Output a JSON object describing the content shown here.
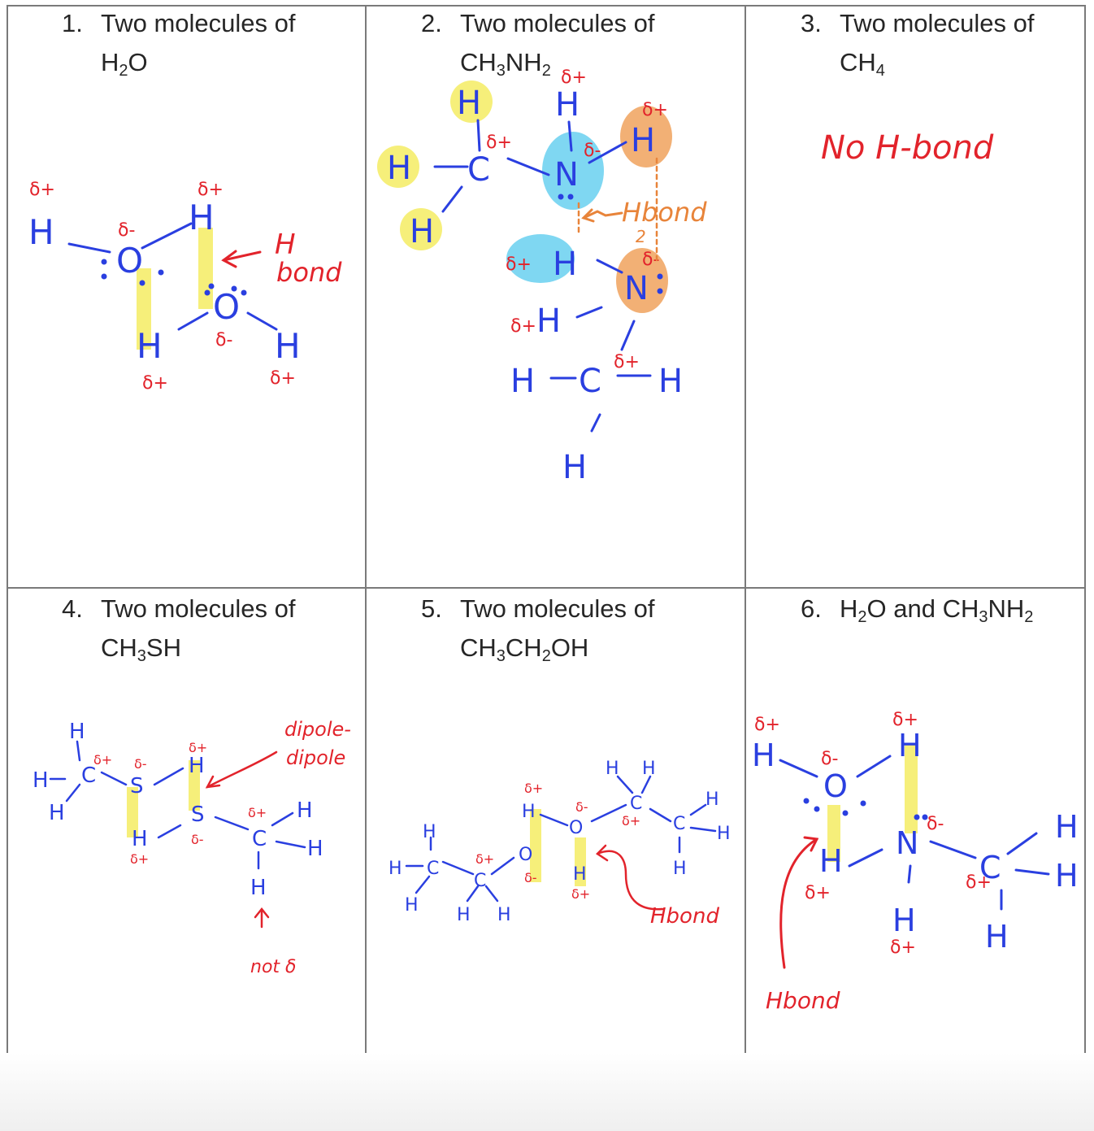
{
  "cells": [
    {
      "num": "1.",
      "line1": "Two molecules of",
      "line2_parts": [
        "H",
        "2",
        "O",
        "",
        ""
      ]
    },
    {
      "num": "2.",
      "line1": "Two molecules of",
      "line2_parts": [
        "CH",
        "3",
        "NH",
        "2",
        ""
      ]
    },
    {
      "num": "3.",
      "line1": "Two molecules of",
      "line2_parts": [
        "CH",
        "4",
        "",
        "",
        ""
      ]
    },
    {
      "num": "4.",
      "line1": "Two molecules of",
      "line2_parts": [
        "CH",
        "3",
        "SH",
        "",
        ""
      ]
    },
    {
      "num": "5.",
      "line1": "Two molecules of",
      "line2_parts": [
        "CH",
        "3",
        "CH",
        "2",
        "OH"
      ]
    },
    {
      "num": "6.",
      "line1_parts": [
        "H",
        "2",
        "O and CH",
        "3",
        "NH",
        "2"
      ]
    }
  ],
  "annotations": {
    "cell1_h_bond_1": "H",
    "cell1_h_bond_2": "bond",
    "cell2_h_bond": "Hbond",
    "cell2_two": "2",
    "cell3_no_h_bond": "No H-bond",
    "cell4_dipole_1": "dipole-",
    "cell4_dipole_2": "dipole",
    "cell4_not_delta": "not δ",
    "cell5_h_bond": "Hbond",
    "cell6_h_bond": "Hbond"
  },
  "labels": {
    "delta_plus": "δ+",
    "delta_minus": "δ-"
  },
  "colors": {
    "blue_ink": "#2a3fe0",
    "red_ink": "#e2232b",
    "orange_ink": "#e8843a",
    "yellow_highlight": "#f6ef7a",
    "cyan_highlight": "#7fd7f2",
    "orange_highlight": "#f2b075",
    "grid_line": "#7a7a7a"
  }
}
